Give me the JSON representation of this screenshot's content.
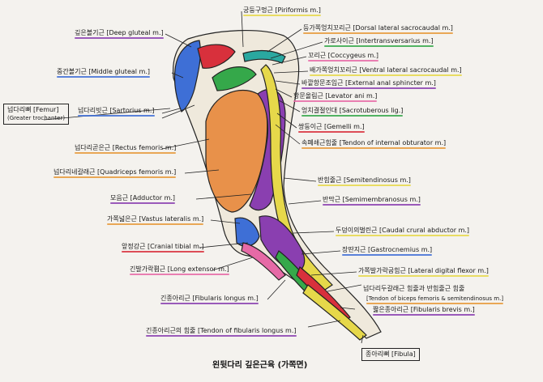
{
  "title": "왼뒷다리 깊은근육 (가쪽면)",
  "colors": {
    "paper": "#f4f2ee",
    "orange": "#e8914a",
    "blue": "#3e6fd6",
    "purple": "#8a3fb0",
    "green": "#35a84a",
    "yellow": "#e6d84a",
    "red": "#d8303c",
    "pink": "#e66aa6",
    "teal": "#2aa8a0"
  },
  "boxes": {
    "femur": "넙다리뼈 [Femur]",
    "greater_trochanter": "(Greater trochanter)",
    "fibula": "종아리뼈 [Fibula]"
  },
  "labels": [
    {
      "text": "궁둥구멍근 [Piriformis m.]",
      "color": "#e6d84a"
    },
    {
      "text": "등가쪽엉치꼬리근 [Dorsal lateral sacrocaudal m.]",
      "color": "#e69a3a"
    },
    {
      "text": "가로사이근 [Intertransversarius m.]",
      "color": "#35a84a"
    },
    {
      "text": "꼬리근 [Coccygeus m.]",
      "color": "#e66aa6"
    },
    {
      "text": "배가쪽엉치꼬리근 [Ventral lateral sacrocaudal m.]",
      "color": "#e6d84a"
    },
    {
      "text": "바깥항문조임근 [External anal sphincter m.]",
      "color": "#8a3fb0"
    },
    {
      "text": "항문올림근 [Levator ani m.]",
      "color": "#e66aa6"
    },
    {
      "text": "엉치결절인대 [Sacrotuberous lig.]",
      "color": "#35a84a"
    },
    {
      "text": "쌍둥이근 [Gemelli m.]",
      "color": "#d8303c"
    },
    {
      "text": "속폐쇄근힘줄 [Tendon of internal obturator m.]",
      "color": "#e69a3a"
    },
    {
      "text": "반힘줄근 [Semitendinosus m.]",
      "color": "#e6d84a"
    },
    {
      "text": "반막근 [Semimembranosus m.]",
      "color": "#8a3fb0"
    },
    {
      "text": "두덩이의벌린근 [Caudal crural abductor m.]",
      "color": "#e6d84a"
    },
    {
      "text": "장딴지근 [Gastrocnemius m.]",
      "color": "#3e6fd6"
    },
    {
      "text": "가쪽발가락굽힘근 [Lateral digital flexor m.]",
      "color": "#e6d84a"
    },
    {
      "text": "넙다리두갈래근 힘줄과 반힘줄근 힘줄",
      "color": "#e69a3a"
    },
    {
      "text": "[Tendon of biceps femoris & semitendinosus m.]",
      "color": "#e69a3a"
    },
    {
      "text": "짧은종아리근 [Fibularis brevis m.]",
      "color": "#8a3fb0"
    },
    {
      "text": "깊은볼기근 [Deep gluteal m.]",
      "color": "#8a3fb0"
    },
    {
      "text": "중간볼기근 [Middle gluteal m.]",
      "color": "#3e6fd6"
    },
    {
      "text": "넙다리빗근 [Sartorius m.]",
      "color": "#3e6fd6"
    },
    {
      "text": "넙다리곧은근 [Rectus femoris m.]",
      "color": "#e69a3a"
    },
    {
      "text": "넙다리네갈래근 [Quadriceps femoris m.]",
      "color": "#e69a3a"
    },
    {
      "text": "모음근 [Adductor m.]",
      "color": "#8a3fb0"
    },
    {
      "text": "가쪽넓은근 [Vastus lateralis m.]",
      "color": "#e69a3a"
    },
    {
      "text": "앞정강근 [Cranial tibial m.]",
      "color": "#d8303c"
    },
    {
      "text": "긴발가락폄근 [Long extensor m.]",
      "color": "#e66aa6"
    },
    {
      "text": "긴종아리근 [Fibularis longus m.]",
      "color": "#8a3fb0"
    },
    {
      "text": "긴종아리근의 힘줄 [Tendon of fibularis longus m.]",
      "color": "#8a3fb0"
    }
  ]
}
